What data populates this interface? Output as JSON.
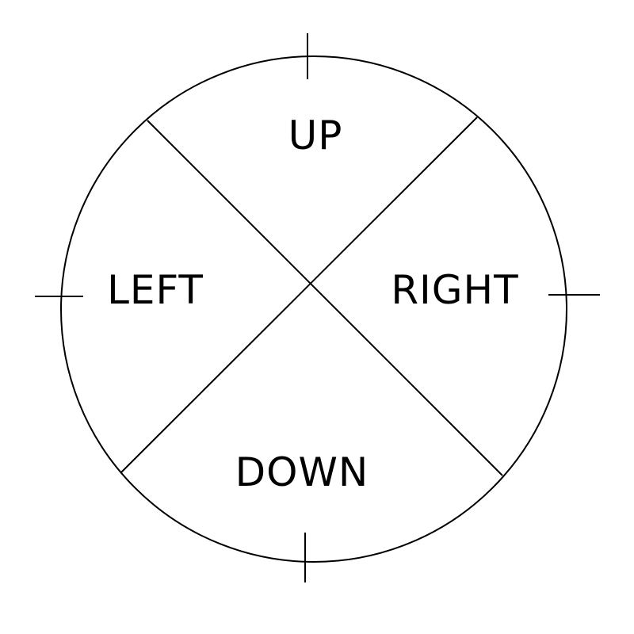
{
  "dpad": {
    "labels": {
      "up": "UP",
      "left": "LEFT",
      "right": "RIGHT",
      "down": "DOWN"
    },
    "stroke_color": "#000000",
    "background_color": "#ffffff"
  }
}
